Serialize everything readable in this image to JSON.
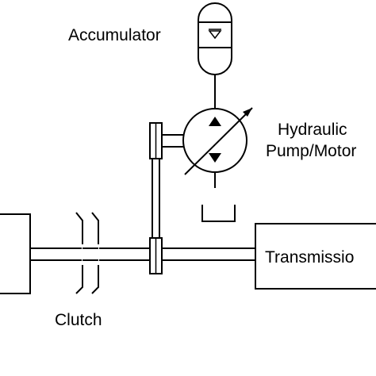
{
  "labels": {
    "accumulator": "Accumulator",
    "hydraulic_line1": "Hydraulic",
    "hydraulic_line2": "Pump/Motor",
    "clutch": "Clutch",
    "transmission": "Transmissio"
  }
}
